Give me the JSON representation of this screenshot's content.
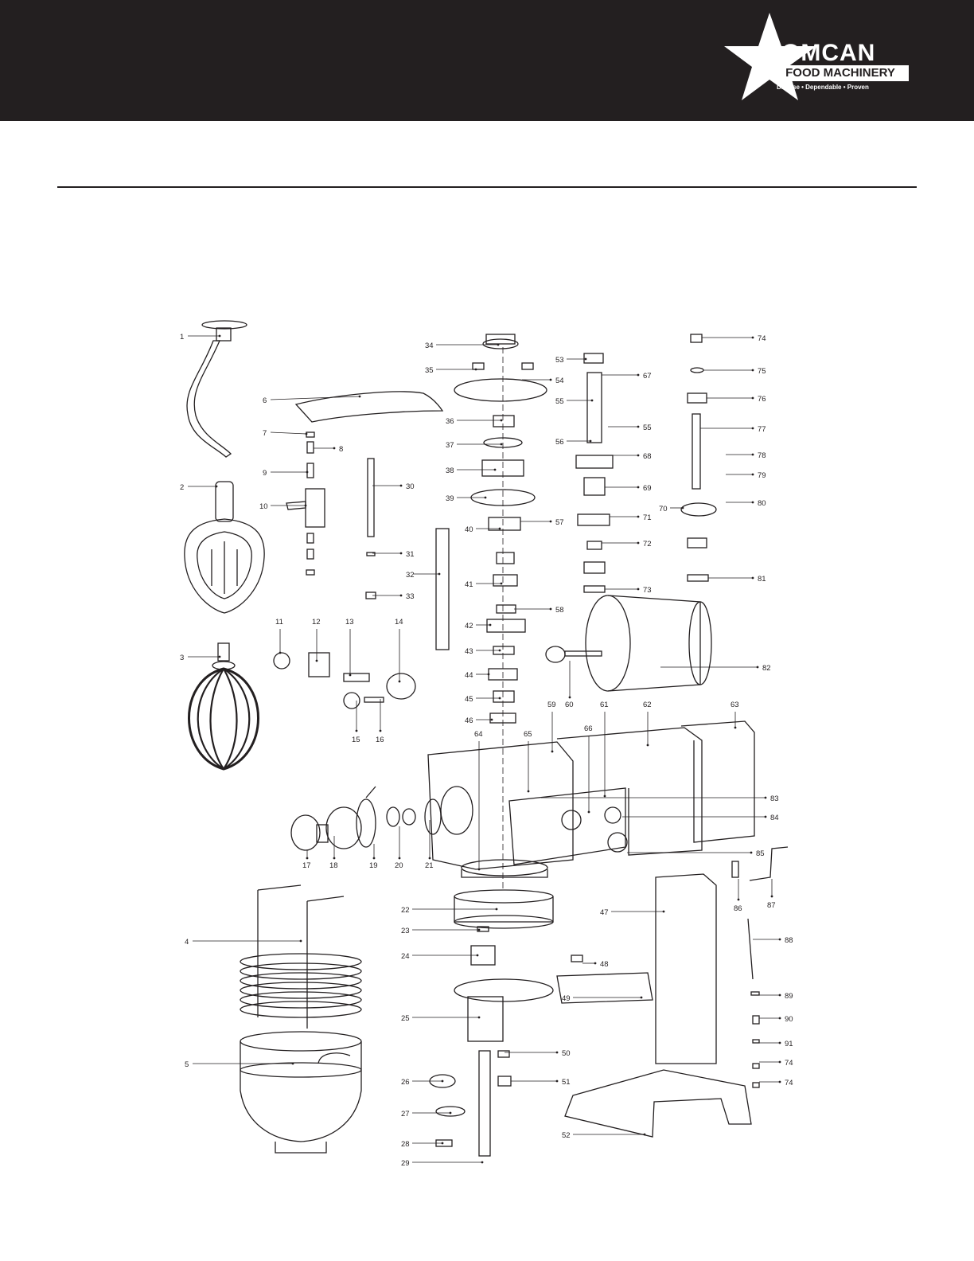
{
  "brand": {
    "name": "OMCAN",
    "subtitle": "FOOD MACHINERY",
    "tagline": "Diverse • Dependable • Proven"
  },
  "colors": {
    "header": "#231f20",
    "line": "#231f20",
    "background": "#ffffff"
  },
  "icons": [
    "star-logo-icon"
  ],
  "part_labels": [
    "1",
    "2",
    "3",
    "4",
    "5",
    "6",
    "7",
    "8",
    "9",
    "10",
    "11",
    "12",
    "13",
    "14",
    "15",
    "16",
    "17",
    "18",
    "19",
    "20",
    "21",
    "22",
    "23",
    "24",
    "25",
    "26",
    "27",
    "28",
    "29",
    "30",
    "31",
    "32",
    "33",
    "34",
    "35",
    "36",
    "37",
    "38",
    "39",
    "40",
    "41",
    "42",
    "43",
    "44",
    "45",
    "46",
    "47",
    "48",
    "49",
    "50",
    "51",
    "52",
    "53",
    "54",
    "55",
    "56",
    "57",
    "58",
    "59",
    "60",
    "61",
    "62",
    "63",
    "64",
    "65",
    "66",
    "67",
    "68",
    "69",
    "70",
    "71",
    "72",
    "73",
    "74",
    "75",
    "76",
    "77",
    "78",
    "79",
    "80",
    "81",
    "82",
    "83",
    "84",
    "85",
    "86",
    "87",
    "88",
    "89",
    "90",
    "91"
  ]
}
